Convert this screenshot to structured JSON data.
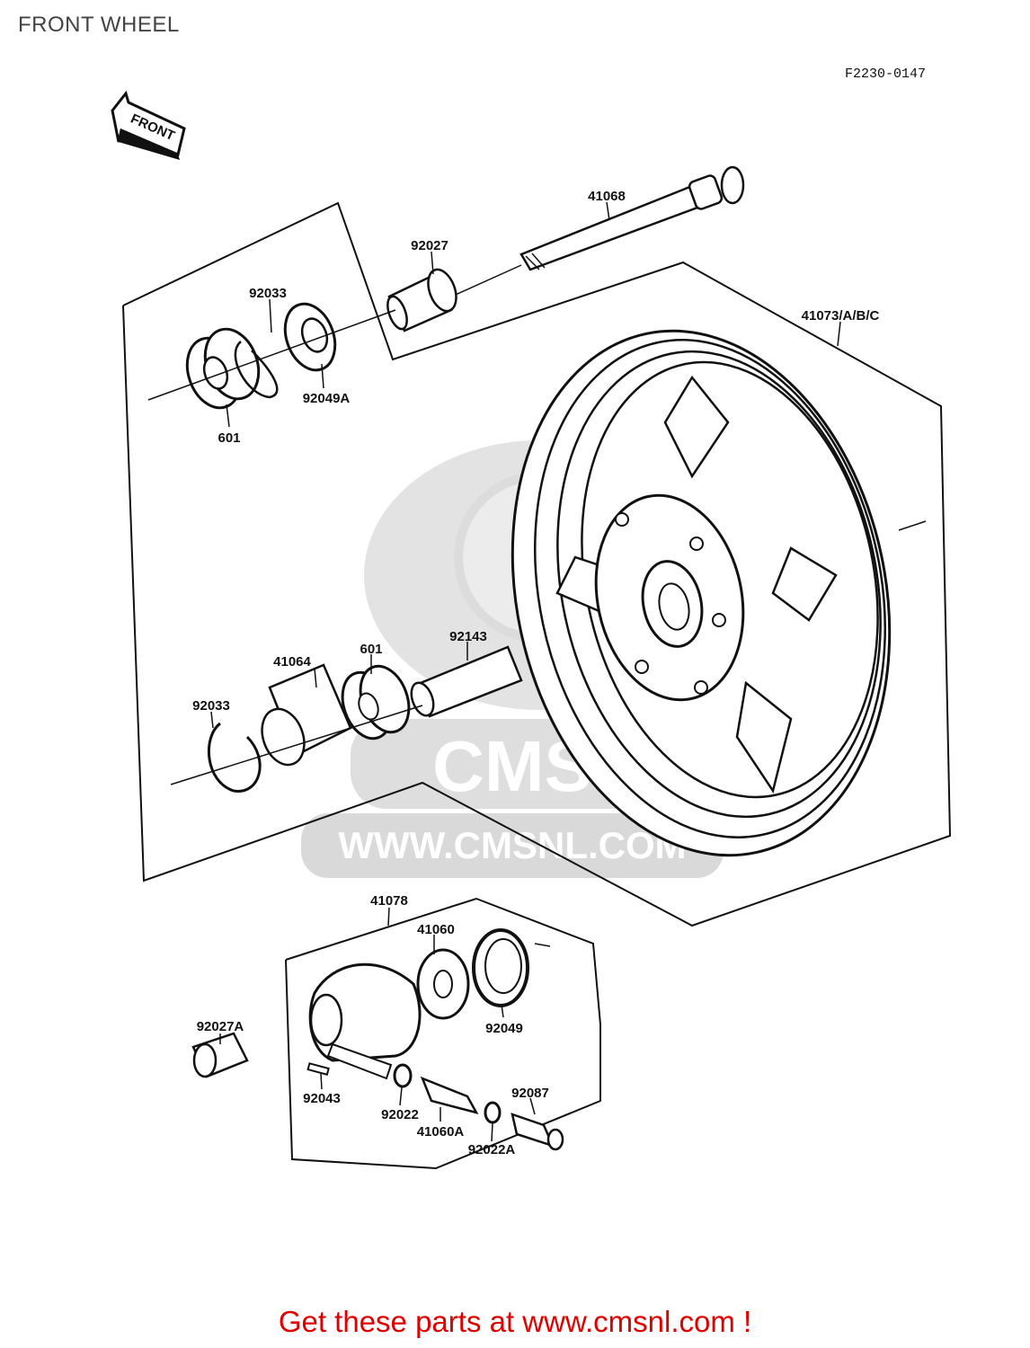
{
  "page": {
    "title": "FRONT WHEEL",
    "drawing_code": "F2230-0147",
    "direction_label": "FRONT",
    "footer_text": "Get these parts at www.cmsnl.com !"
  },
  "watermark": {
    "brand": "CMS",
    "url": "WWW.CMSNL.COM"
  },
  "labels": {
    "p41068": "41068",
    "p92027": "92027",
    "p92033_top": "92033",
    "p601_top": "601",
    "p92049A": "92049A",
    "p41073": "41073/A/B/C",
    "p41064": "41064",
    "p601_mid": "601",
    "p92143": "92143",
    "p92033_mid": "92033",
    "p41078": "41078",
    "p41060": "41060",
    "p92049": "92049",
    "p92027A": "92027A",
    "p92043": "92043",
    "p92022": "92022",
    "p41060A": "41060A",
    "p92087": "92087",
    "p92022A": "92022A"
  },
  "colors": {
    "line": "#111111",
    "watermark": "#d6d6d6",
    "footer": "#e00000"
  }
}
